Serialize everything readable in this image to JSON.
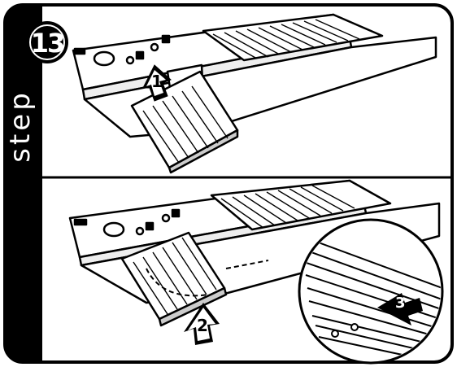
{
  "sidebar": {
    "label": "step"
  },
  "step_number": "13",
  "callouts": {
    "one": "1",
    "two": "2",
    "three": "3"
  },
  "colors": {
    "ink": "#000000",
    "paper": "#ffffff",
    "shade": "#d9d9d9"
  }
}
